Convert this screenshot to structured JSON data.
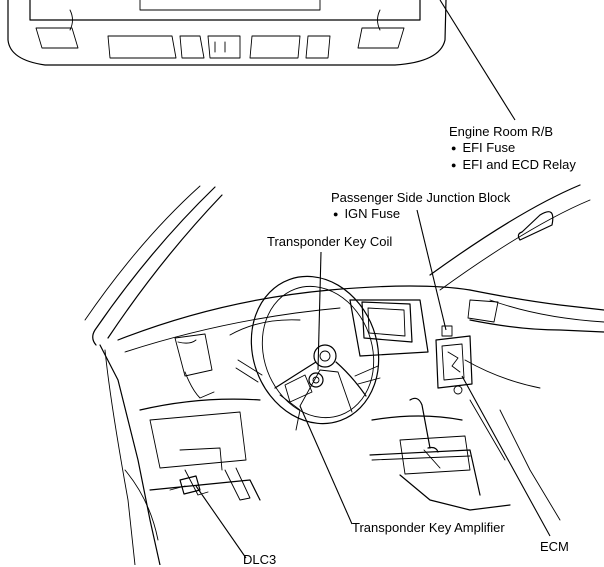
{
  "labels": {
    "engine_room": {
      "title": "Engine Room R/B",
      "items": [
        "EFI Fuse",
        "EFI and ECD Relay"
      ]
    },
    "junction_block": {
      "title": "Passenger Side Junction Block",
      "items": [
        "IGN Fuse"
      ]
    },
    "key_coil": "Transponder Key Coil",
    "key_amplifier": "Transponder Key Amplifier",
    "ecm": "ECM",
    "dlc3": "DLC3"
  },
  "colors": {
    "line": "#000000",
    "background": "#ffffff"
  }
}
